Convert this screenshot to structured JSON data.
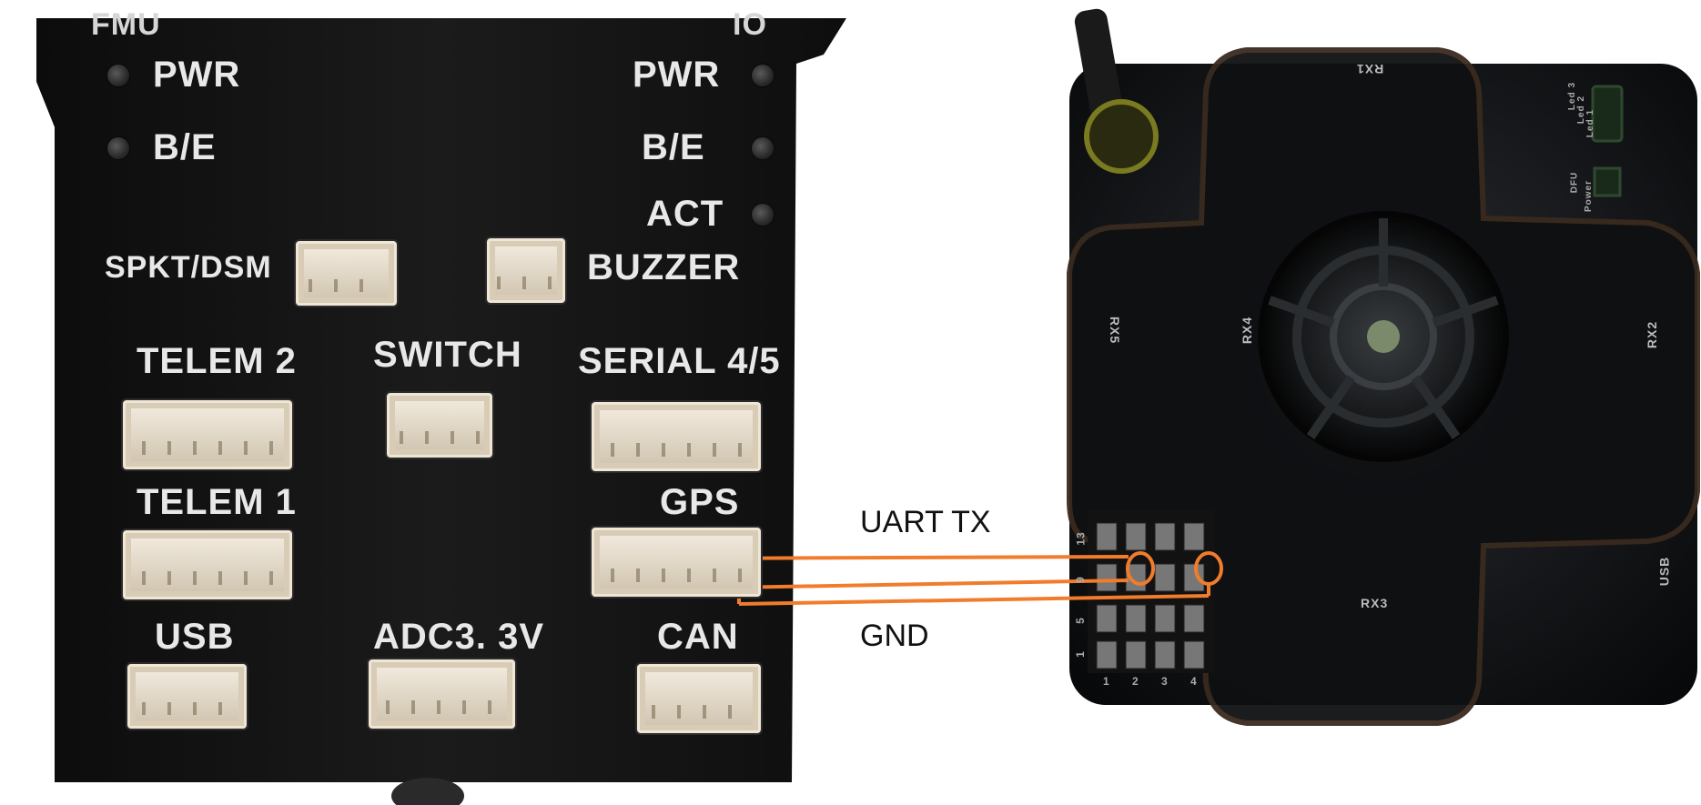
{
  "flight_controller": {
    "header_left": "FMU",
    "header_right": "IO",
    "led_labels_left": [
      "PWR",
      "B/E"
    ],
    "led_labels_right": [
      "PWR",
      "B/E",
      "ACT"
    ],
    "ports": {
      "spkt_dsm": "SPKT/DSM",
      "buzzer": "BUZZER",
      "telem2": "TELEM 2",
      "switch": "SWITCH",
      "serial45": "SERIAL 4/5",
      "telem1": "TELEM 1",
      "gps": "GPS",
      "usb": "USB",
      "adc": "ADC3. 3V",
      "can": "CAN"
    }
  },
  "receiver": {
    "labels": {
      "rx1": "RX1",
      "rx2": "RX2",
      "rx3": "RX3",
      "rx4": "RX4",
      "rx5": "RX5",
      "usb": "USB",
      "led3": "Led 3",
      "led2": "Led 2",
      "led1": "Led 1",
      "dfu": "DFU",
      "power": "Power",
      "pin_rows": [
        "13",
        "9",
        "5",
        "1"
      ],
      "pin_cols": [
        "1",
        "2",
        "3",
        "4"
      ]
    }
  },
  "annotations": {
    "uart_tx": "UART TX",
    "gnd": "GND"
  },
  "colors": {
    "wire": "#f07c2c",
    "board": "#161616",
    "receiver": "#1a1a1a"
  }
}
